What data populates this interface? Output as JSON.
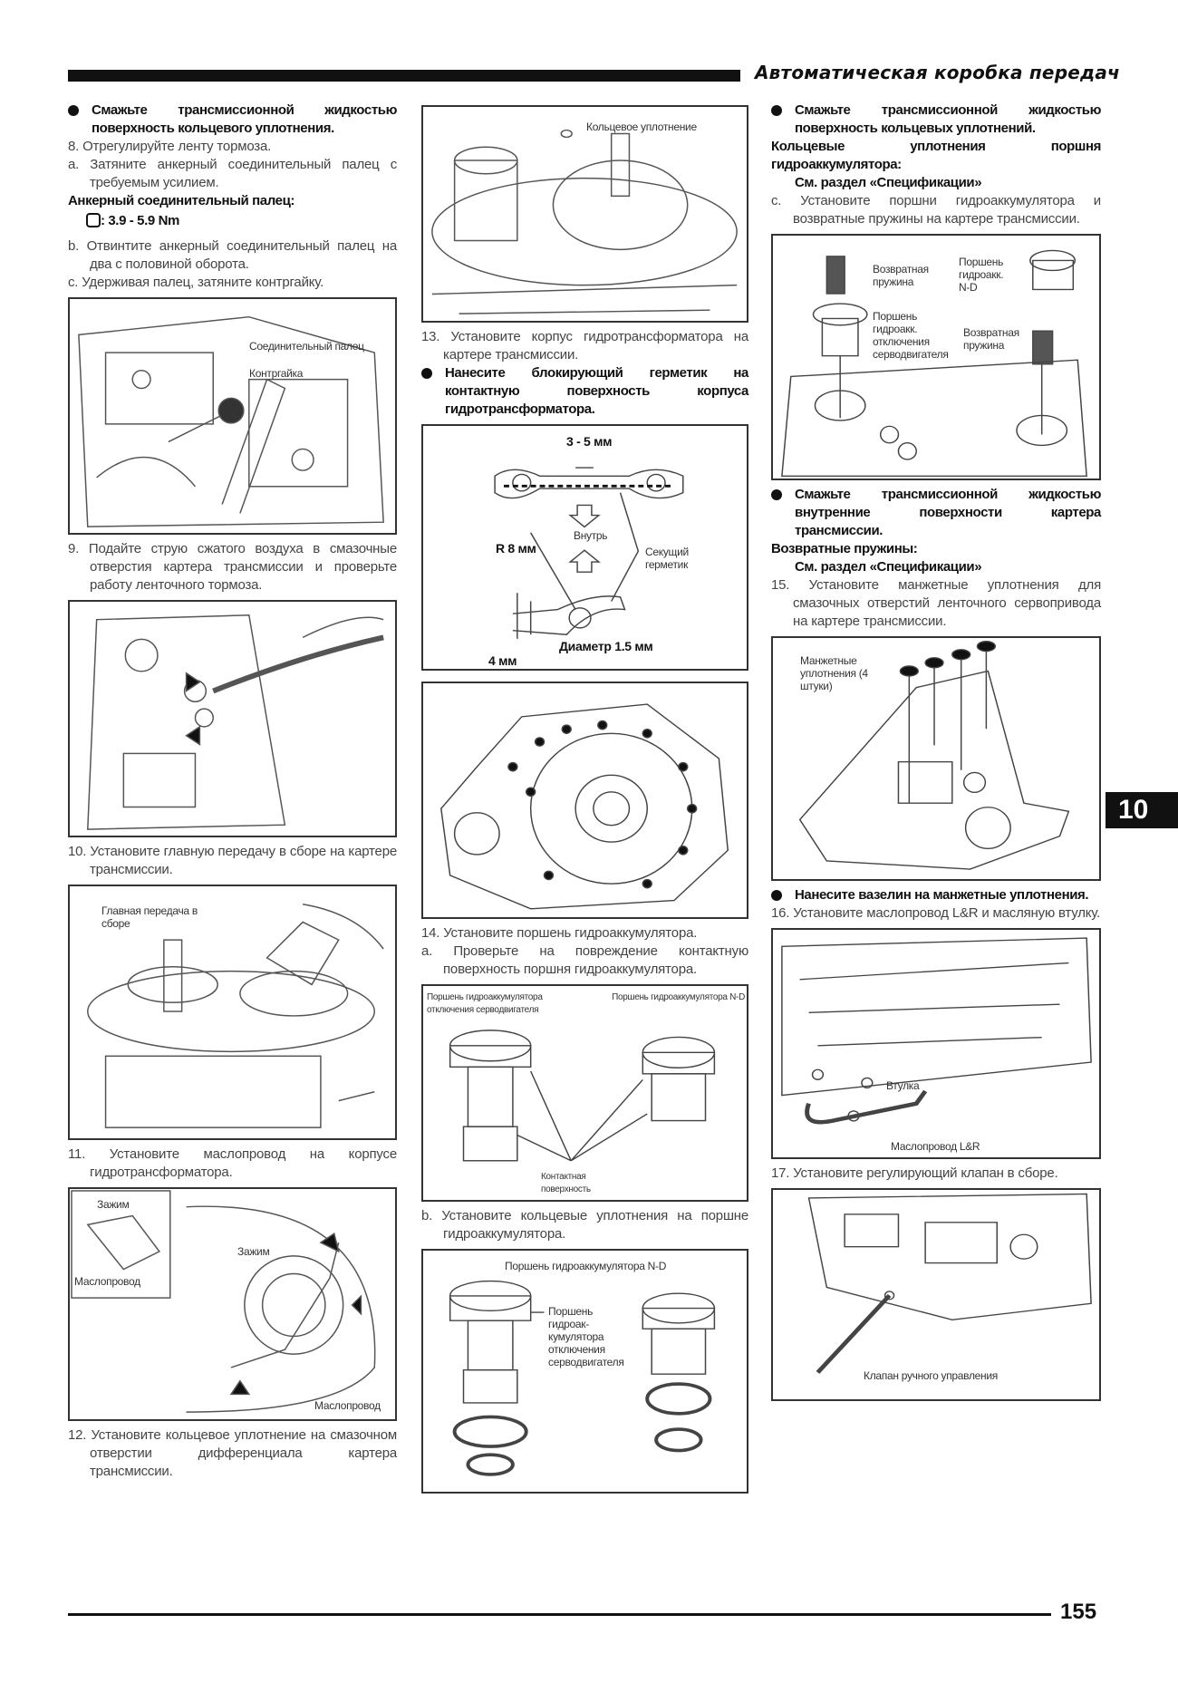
{
  "header": {
    "title": "Автоматическая коробка передач"
  },
  "tab": "10",
  "page_number": "155",
  "left": {
    "b1": "Смажьте трансмиссионной жидкостью поверхность кольцевого уплотнения.",
    "s8": "8. Отрегулируйте ленту тормоза.",
    "s8a": "a. Затяните анкерный соединительный палец с требуемым усилием.",
    "anchor_title": "Анкерный соединительный палец:",
    "torque": ": 3.9 - 5.9 Nm",
    "s8b": "b. Отвинтите анкерный соединительный палец на два с половиной оборота.",
    "s8c": "c. Удерживая палец, затяните контргайку.",
    "fig1": {
      "l1": "Соединительный палец",
      "l2": "Контргайка"
    },
    "s9": "9. Подайте струю сжатого воздуха в смазочные отверстия картера трансмиссии и проверьте работу ленточного тормоза.",
    "s10": "10. Установите главную передачу в сборе на картере трансмиссии.",
    "fig3": {
      "l1": "Главная передача в сборе"
    },
    "s11": "11. Установите маслопровод на корпусе гидротрансформатора.",
    "fig4": {
      "l1": "Зажим",
      "l2": "Маслопровод",
      "l3": "Зажим",
      "l4": "Маслопровод"
    },
    "s12": "12. Установите кольцевое уплотнение на смазочном отверстии дифференциала картера трансмиссии."
  },
  "mid": {
    "fig1": {
      "l1": "Кольцевое уплотнение"
    },
    "s13": "13. Установите корпус гидротрансформатора на картере трансмиссии.",
    "b1": "Нанесите блокирующий герметик на контактную поверхность корпуса гидротрансформатора.",
    "fig2": {
      "gap": "3 - 5 мм",
      "inside": "Внутрь",
      "radius": "R 8 мм",
      "sealant": "Секущий герметик",
      "diameter": "Диаметр 1.5 мм",
      "width": "4 мм"
    },
    "s14": "14. Установите поршень гидроаккумулятора.",
    "s14a": "a. Проверьте на повреждение контактную поверхность поршня гидроаккумулятора.",
    "fig4": {
      "l1": "Поршень гидроаккумулятора отключения серводвигателя",
      "l2": "Поршень гидроаккумулятора N-D",
      "l3": "Контактная поверхность"
    },
    "s14b": "b. Установите кольцевые уплотнения на поршне гидроаккумулятора.",
    "fig5": {
      "l1": "Поршень гидроаккумулятора N-D",
      "l2": "Поршень гидроак-кумулятора отключения серводвигателя"
    }
  },
  "right": {
    "b1": "Смажьте трансмиссионной жидкостью поверхность кольцевых уплотнений.",
    "rings_title": "Кольцевые уплотнения поршня гидроаккумулятора:",
    "see1": "См. раздел «Спецификации»",
    "sc": "c. Установите поршни гидроаккумулятора и возвратные пружины на картере трансмиссии.",
    "fig1": {
      "l1": "Возвратная пружина",
      "l2": "Поршень гидроакк. N-D",
      "l3": "Поршень гидроакк. отключения серводвигателя",
      "l4": "Возвратная пружина"
    },
    "b2": "Смажьте трансмиссионной жидкостью внутренние поверхности картера трансмиссии.",
    "springs_title": "Возвратные пружины:",
    "see2": "См. раздел «Спецификации»",
    "s15": "15. Установите манжетные уплотнения для смазочных отверстий ленточного сервопривода на картере трансмиссии.",
    "fig2": {
      "l1": "Манжетные уплотнения (4 штуки)"
    },
    "b3": "Нанесите вазелин на манжетные уплотнения.",
    "s16": "16. Установите маслопровод L&R и масляную втулку.",
    "fig3": {
      "l1": "Втулка",
      "l2": "Маслопровод L&R"
    },
    "s17": "17. Установите регулирующий клапан в сборе.",
    "fig4": {
      "l1": "Клапан ручного управления"
    }
  }
}
